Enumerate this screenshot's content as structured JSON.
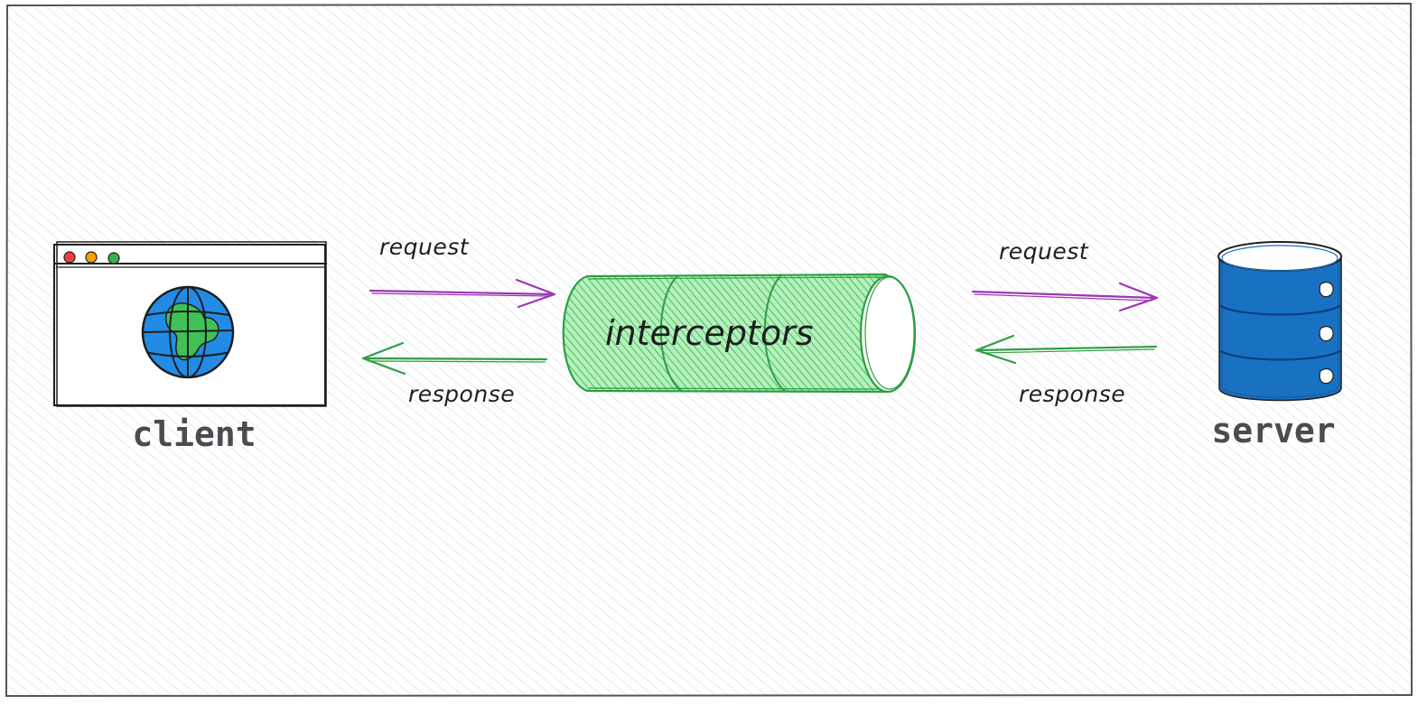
{
  "client": {
    "label": "client",
    "icon": "browser-window-globe-icon",
    "dots": [
      "#f03e3e",
      "#f59f00",
      "#37b24d"
    ]
  },
  "interceptor": {
    "label": "interceptors",
    "icon": "cylinder-pipe-icon",
    "color": "#2f9e44"
  },
  "server": {
    "label": "server",
    "icon": "database-server-icon",
    "color": "#1971c2"
  },
  "arrows": {
    "client_to_interceptor": {
      "label": "request",
      "color": "#9c36b5"
    },
    "interceptor_to_client": {
      "label": "response",
      "color": "#2f9e44"
    },
    "interceptor_to_server": {
      "label": "request",
      "color": "#9c36b5"
    },
    "server_to_interceptor": {
      "label": "response",
      "color": "#2f9e44"
    }
  },
  "colors": {
    "hatch": "#c9cfd4",
    "frame": "#555555",
    "label_gray": "#4a4d50"
  }
}
